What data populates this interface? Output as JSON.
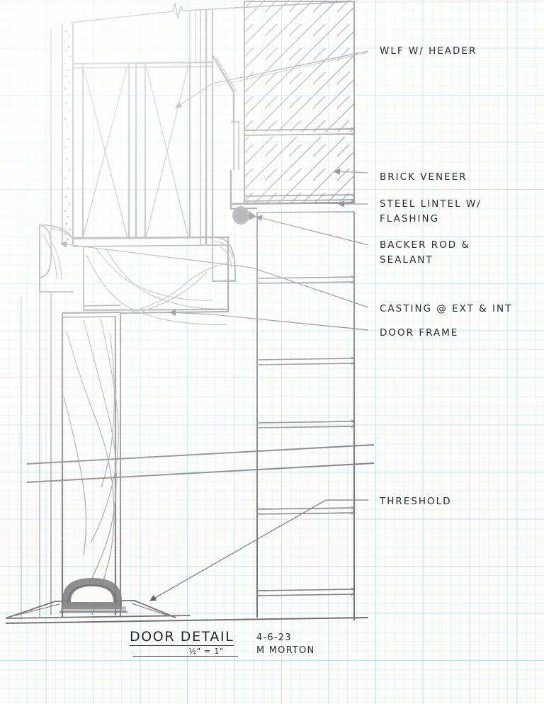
{
  "sheet": {
    "medium": "graph-paper-pencil-sketch",
    "grid_color": "#78cde6",
    "paper_color": "#fdfdfb",
    "ink_color": "#3a3a3e"
  },
  "annotations": [
    {
      "id": "wlf-header",
      "text": "WLF W/ HEADER",
      "lines": [
        "WLF W/ HEADER"
      ]
    },
    {
      "id": "brick-veneer",
      "text": "BRICK VENEER",
      "lines": [
        "BRICK VENEER"
      ]
    },
    {
      "id": "steel-lintel",
      "text": "STEEL LINTEL W/ FLASHING",
      "lines": [
        "STEEL LINTEL W/",
        "FLASHING"
      ]
    },
    {
      "id": "backer-rod",
      "text": "BACKER ROD & SEALANT",
      "lines": [
        "BACKER ROD &",
        "SEALANT"
      ]
    },
    {
      "id": "casting",
      "text": "CASTING @ EXT & INT",
      "lines": [
        "CASTING @ EXT & INT"
      ]
    },
    {
      "id": "door-frame",
      "text": "DOOR FRAME",
      "lines": [
        "DOOR FRAME"
      ]
    },
    {
      "id": "threshold",
      "text": "THRESHOLD",
      "lines": [
        "THRESHOLD"
      ]
    }
  ],
  "labels": {
    "wlf_header": "WLF W/ HEADER",
    "brick_veneer": "BRICK VENEER",
    "steel_lintel_1": "STEEL LINTEL W/",
    "steel_lintel_2": "FLASHING",
    "backer_rod_1": "BACKER ROD &",
    "backer_rod_2": "SEALANT",
    "casting": "CASTING @ EXT & INT",
    "door_frame": "DOOR FRAME",
    "threshold": "THRESHOLD"
  },
  "title_block": {
    "title": "DOOR DETAIL",
    "scale": "½\" = 1\"",
    "date": "4-6-23",
    "author": "M MORTON"
  },
  "drawing_elements": {
    "break_symbol_top": "zigzag-break-line",
    "brick_hatch": "45-degree-diagonal-hatch",
    "wood_grain": "curved-grain-lines",
    "concrete_stipple": "speckled-dots",
    "backer_rod": "filled-dark-oval",
    "threshold_arch": "dark-filled-arch"
  }
}
